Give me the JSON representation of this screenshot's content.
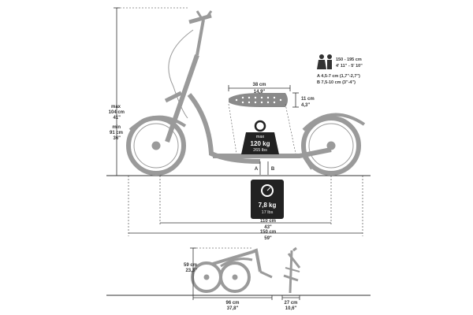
{
  "weights": {
    "max_label": "max",
    "max_value": "120 kg",
    "max_lbs": "265 lbs",
    "scooter_value": "7,8 kg",
    "scooter_lbs": "17 lbs"
  },
  "handlebar_height": {
    "max_label": "max",
    "max_cm": "104 cm",
    "max_in": "41\"",
    "min_label": "min",
    "min_cm": "91 cm",
    "min_in": "36\""
  },
  "deck": {
    "length_cm": "38 cm",
    "length_in": "14,9\"",
    "width_cm": "11 cm",
    "width_in": "4,3\""
  },
  "rider": {
    "height": "150 - 195 cm",
    "height_in": "4' 11\" - 5' 10\"",
    "clearance_a": "A 4,5-7 cm (1,7\"-2,7\")",
    "clearance_b": "B 7,5-10 cm (3\"-4\")"
  },
  "ground_clearance": {
    "a": "A",
    "b": "B"
  },
  "lengths": {
    "wheelbase_cm": "110 cm",
    "wheelbase_in": "43\"",
    "total_cm": "150 cm",
    "total_in": "59\""
  },
  "folded": {
    "height_cm": "59 cm",
    "height_in": "23,3\"",
    "length_cm": "96 cm",
    "length_in": "37,8\"",
    "width_cm": "27 cm",
    "width_in": "10,6\""
  },
  "colors": {
    "scooter": "#9a9a9a",
    "dark": "#333333",
    "line": "#444444"
  }
}
